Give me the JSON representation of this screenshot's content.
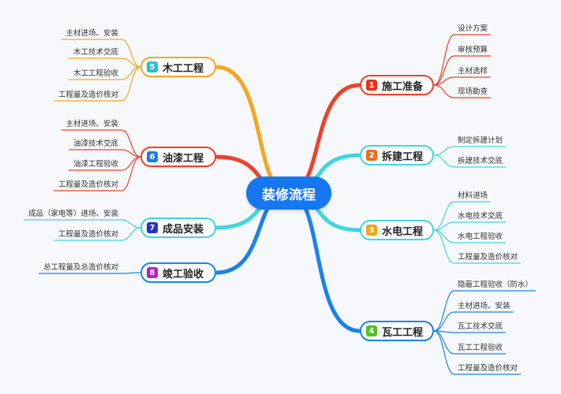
{
  "center": {
    "title": "装修流程"
  },
  "branches": [
    {
      "id": "b1",
      "num": "1",
      "title": "施工准备",
      "color": "#e8321e",
      "items": [
        "设计方案",
        "审核预算",
        "主材选样",
        "现场勘查"
      ]
    },
    {
      "id": "b2",
      "num": "2",
      "title": "拆建工程",
      "color": "#f06a1c",
      "items": [
        "制定拆建计划",
        "拆建技术交底"
      ]
    },
    {
      "id": "b3",
      "num": "3",
      "title": "水电工程",
      "color": "#f2a317",
      "items": [
        "材料进场",
        "水电技术交底",
        "水电工程验收",
        "工程量及造价核对"
      ]
    },
    {
      "id": "b4",
      "num": "4",
      "title": "瓦工工程",
      "color": "#4fc41d",
      "items": [
        "隐蔽工程验收（防水）",
        "主材进场、安装",
        "瓦工技术交底",
        "瓦工工程验收",
        "工程量及造价核对"
      ]
    },
    {
      "id": "b5",
      "num": "5",
      "title": "木工工程",
      "color": "#23c0d6",
      "items": [
        "主材进场、安装",
        "木工技术交底",
        "木工工程验收",
        "工程量及造价核对"
      ]
    },
    {
      "id": "b6",
      "num": "6",
      "title": "油漆工程",
      "color": "#1a7fe8",
      "items": [
        "主材进场、安装",
        "油漆技术交底",
        "油漆工程验收",
        "工程量及造价核对"
      ]
    },
    {
      "id": "b7",
      "num": "7",
      "title": "成品安装",
      "color": "#2432c7",
      "items": [
        "成品（家电等）进场、安装",
        "工程量及造价核对"
      ]
    },
    {
      "id": "b8",
      "num": "8",
      "title": "竣工验收",
      "color": "#b51fc9",
      "items": [
        "总工程量及总造价核对"
      ]
    }
  ],
  "edge_colors": {
    "b1": "#f0402a",
    "b2": "#3fd6e0",
    "b3": "#3fd6e0",
    "b4": "#1b82ec",
    "b5": "#f5a623",
    "b6": "#f0402a",
    "b7": "#3fd6e0",
    "b8": "#1b82ec"
  }
}
